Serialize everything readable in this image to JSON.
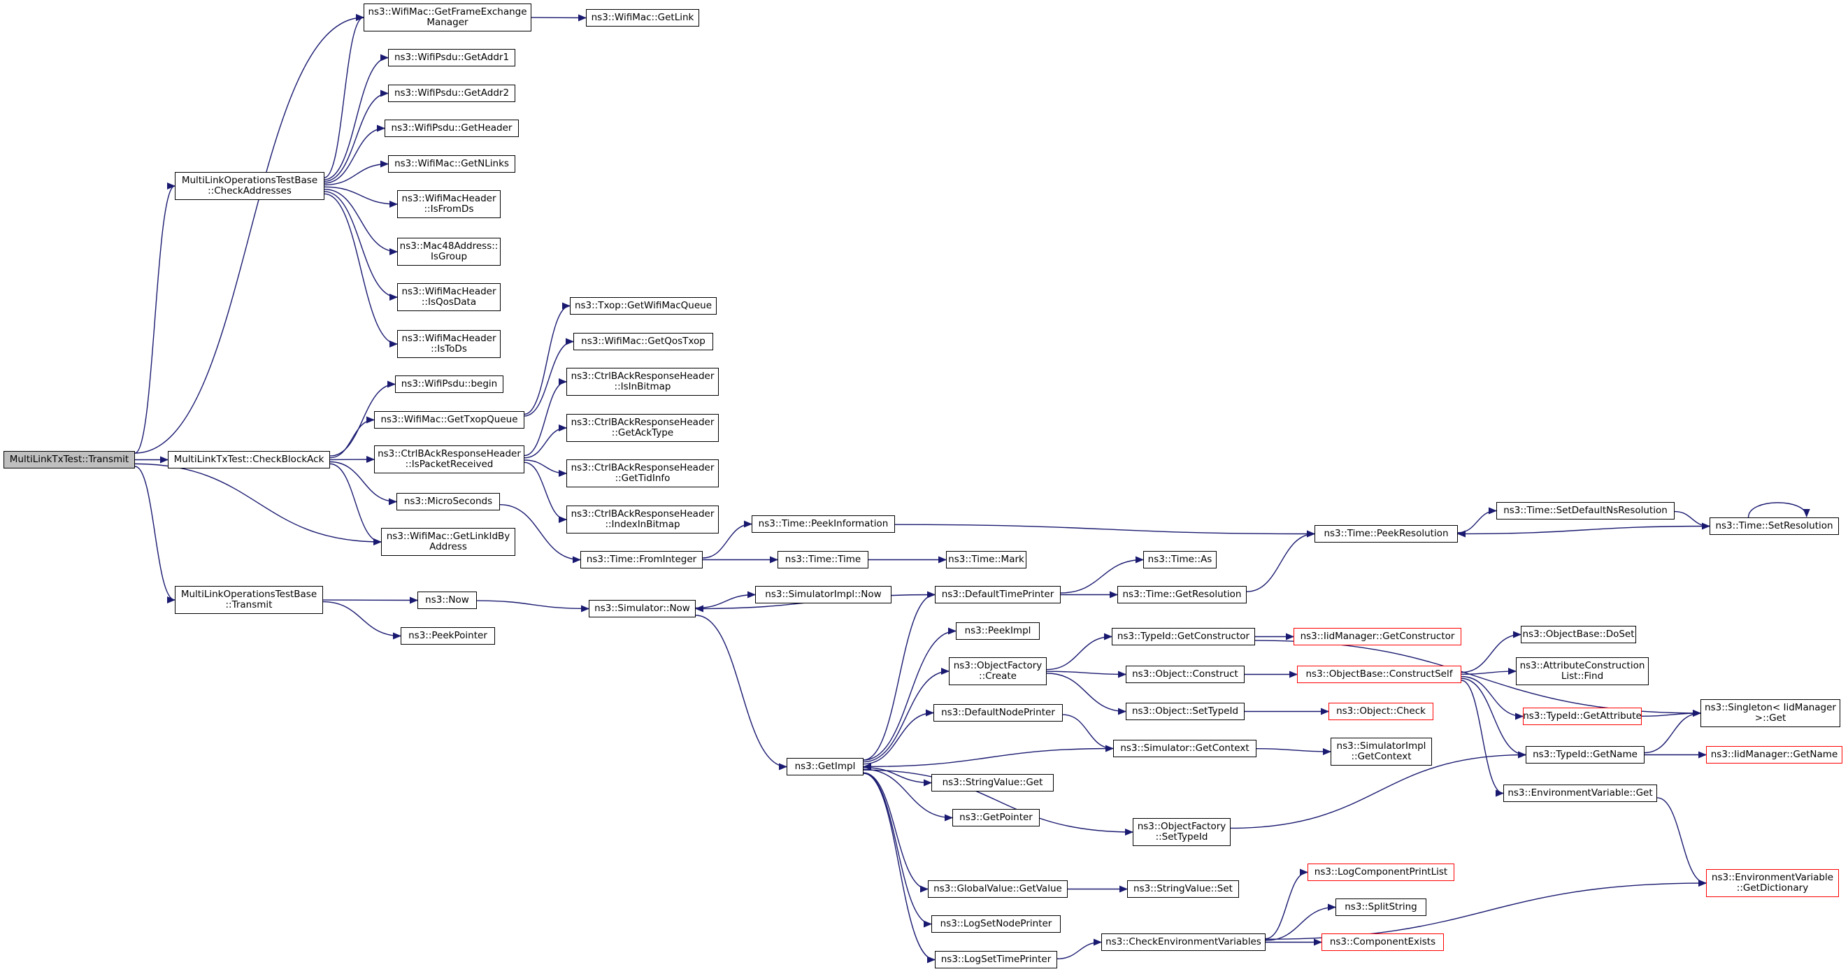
{
  "colors": {
    "edge": "#191970",
    "node_border": "#000000",
    "truncated_border": "#ff0000",
    "root_fill": "#bfbfbf"
  },
  "nodes": [
    {
      "id": "n0",
      "label": "MultiLinkTxTest::Transmit",
      "root": true
    },
    {
      "id": "n1",
      "label": "MultiLinkOperationsTestBase\n::CheckAddresses"
    },
    {
      "id": "n2",
      "label": "MultiLinkTxTest::CheckBlockAck"
    },
    {
      "id": "n3",
      "label": "MultiLinkOperationsTestBase\n::Transmit"
    },
    {
      "id": "n4",
      "label": "ns3::WifiMac::GetFrameExchange\nManager"
    },
    {
      "id": "n5",
      "label": "ns3::WifiMac::GetLink"
    },
    {
      "id": "n6",
      "label": "ns3::WifiPsdu::GetAddr1"
    },
    {
      "id": "n7",
      "label": "ns3::WifiPsdu::GetAddr2"
    },
    {
      "id": "n8",
      "label": "ns3::WifiPsdu::GetHeader"
    },
    {
      "id": "n9",
      "label": "ns3::WifiMac::GetNLinks"
    },
    {
      "id": "n10",
      "label": "ns3::WifiMacHeader\n::IsFromDs"
    },
    {
      "id": "n11",
      "label": "ns3::Mac48Address::\nIsGroup"
    },
    {
      "id": "n12",
      "label": "ns3::WifiMacHeader\n::IsQosData"
    },
    {
      "id": "n13",
      "label": "ns3::WifiMacHeader\n::IsToDs"
    },
    {
      "id": "n14",
      "label": "ns3::WifiPsdu::begin"
    },
    {
      "id": "n15",
      "label": "ns3::WifiMac::GetTxopQueue"
    },
    {
      "id": "n16",
      "label": "ns3::CtrlBAckResponseHeader\n::IsPacketReceived"
    },
    {
      "id": "n17",
      "label": "ns3::MicroSeconds"
    },
    {
      "id": "n18",
      "label": "ns3::WifiMac::GetLinkIdBy\nAddress"
    },
    {
      "id": "n19",
      "label": "ns3::Now"
    },
    {
      "id": "n20",
      "label": "ns3::PeekPointer"
    },
    {
      "id": "n21",
      "label": "ns3::Txop::GetWifiMacQueue"
    },
    {
      "id": "n22",
      "label": "ns3::WifiMac::GetQosTxop"
    },
    {
      "id": "n23",
      "label": "ns3::CtrlBAckResponseHeader\n::IsInBitmap"
    },
    {
      "id": "n24",
      "label": "ns3::CtrlBAckResponseHeader\n::GetAckType"
    },
    {
      "id": "n25",
      "label": "ns3::CtrlBAckResponseHeader\n::GetTidInfo"
    },
    {
      "id": "n26",
      "label": "ns3::CtrlBAckResponseHeader\n::IndexInBitmap"
    },
    {
      "id": "n27",
      "label": "ns3::Time::FromInteger"
    },
    {
      "id": "n28",
      "label": "ns3::Simulator::Now"
    },
    {
      "id": "n29",
      "label": "ns3::Time::PeekInformation"
    },
    {
      "id": "n30",
      "label": "ns3::Time::Time"
    },
    {
      "id": "n31",
      "label": "ns3::Time::Mark"
    },
    {
      "id": "n32",
      "label": "ns3::SimulatorImpl::Now"
    },
    {
      "id": "n33",
      "label": "ns3::GetImpl"
    },
    {
      "id": "n34",
      "label": "ns3::DefaultTimePrinter"
    },
    {
      "id": "n35",
      "label": "ns3::PeekImpl"
    },
    {
      "id": "n36",
      "label": "ns3::ObjectFactory\n::Create"
    },
    {
      "id": "n37",
      "label": "ns3::DefaultNodePrinter"
    },
    {
      "id": "n38",
      "label": "ns3::StringValue::Get"
    },
    {
      "id": "n39",
      "label": "ns3::GetPointer"
    },
    {
      "id": "n40",
      "label": "ns3::GlobalValue::GetValue"
    },
    {
      "id": "n41",
      "label": "ns3::LogSetNodePrinter"
    },
    {
      "id": "n42",
      "label": "ns3::LogSetTimePrinter"
    },
    {
      "id": "n43",
      "label": "ns3::Time::As"
    },
    {
      "id": "n44",
      "label": "ns3::Time::GetResolution"
    },
    {
      "id": "n45",
      "label": "ns3::TypeId::GetConstructor"
    },
    {
      "id": "n46",
      "label": "ns3::Object::Construct"
    },
    {
      "id": "n47",
      "label": "ns3::Object::SetTypeId"
    },
    {
      "id": "n48",
      "label": "ns3::Simulator::GetContext"
    },
    {
      "id": "n49",
      "label": "ns3::ObjectFactory\n::SetTypeId"
    },
    {
      "id": "n50",
      "label": "ns3::StringValue::Set"
    },
    {
      "id": "n51",
      "label": "ns3::CheckEnvironmentVariables"
    },
    {
      "id": "n52",
      "label": "ns3::Time::PeekResolution"
    },
    {
      "id": "n53",
      "label": "ns3::IidManager::GetConstructor",
      "red": true
    },
    {
      "id": "n54",
      "label": "ns3::ObjectBase::ConstructSelf",
      "red": true
    },
    {
      "id": "n55",
      "label": "ns3::Object::Check",
      "red": true
    },
    {
      "id": "n56",
      "label": "ns3::SimulatorImpl\n::GetContext"
    },
    {
      "id": "n57",
      "label": "ns3::LogComponentPrintList",
      "red": true
    },
    {
      "id": "n58",
      "label": "ns3::SplitString"
    },
    {
      "id": "n59",
      "label": "ns3::ComponentExists",
      "red": true
    },
    {
      "id": "n60",
      "label": "ns3::Time::SetDefaultNsResolution"
    },
    {
      "id": "n61",
      "label": "ns3::Time::SetResolution"
    },
    {
      "id": "n62",
      "label": "ns3::ObjectBase::DoSet"
    },
    {
      "id": "n63",
      "label": "ns3::AttributeConstruction\nList::Find"
    },
    {
      "id": "n64",
      "label": "ns3::TypeId::GetAttribute",
      "red": true
    },
    {
      "id": "n65",
      "label": "ns3::TypeId::GetName"
    },
    {
      "id": "n66",
      "label": "ns3::EnvironmentVariable::Get"
    },
    {
      "id": "n67",
      "label": "ns3::Singleton< IidManager\n>::Get"
    },
    {
      "id": "n68",
      "label": "ns3::IidManager::GetName",
      "red": true
    },
    {
      "id": "n69",
      "label": "ns3::EnvironmentVariable\n::GetDictionary",
      "red": true
    }
  ],
  "edges": [
    [
      "n0",
      "n1"
    ],
    [
      "n0",
      "n2"
    ],
    [
      "n0",
      "n3"
    ],
    [
      "n0",
      "n4"
    ],
    [
      "n0",
      "n18"
    ],
    [
      "n1",
      "n4"
    ],
    [
      "n1",
      "n6"
    ],
    [
      "n1",
      "n7"
    ],
    [
      "n1",
      "n8"
    ],
    [
      "n1",
      "n9"
    ],
    [
      "n1",
      "n10"
    ],
    [
      "n1",
      "n11"
    ],
    [
      "n1",
      "n12"
    ],
    [
      "n1",
      "n13"
    ],
    [
      "n4",
      "n5"
    ],
    [
      "n2",
      "n14"
    ],
    [
      "n2",
      "n15"
    ],
    [
      "n2",
      "n16"
    ],
    [
      "n2",
      "n17"
    ],
    [
      "n2",
      "n18"
    ],
    [
      "n3",
      "n19"
    ],
    [
      "n3",
      "n20"
    ],
    [
      "n15",
      "n21"
    ],
    [
      "n15",
      "n22"
    ],
    [
      "n16",
      "n23"
    ],
    [
      "n16",
      "n24"
    ],
    [
      "n16",
      "n25"
    ],
    [
      "n16",
      "n26"
    ],
    [
      "n17",
      "n27"
    ],
    [
      "n19",
      "n28"
    ],
    [
      "n27",
      "n29"
    ],
    [
      "n27",
      "n30"
    ],
    [
      "n29",
      "n52"
    ],
    [
      "n30",
      "n31"
    ],
    [
      "n28",
      "n32"
    ],
    [
      "n28",
      "n33"
    ],
    [
      "n34",
      "n28"
    ],
    [
      "n33",
      "n34"
    ],
    [
      "n33",
      "n35"
    ],
    [
      "n33",
      "n36"
    ],
    [
      "n33",
      "n37"
    ],
    [
      "n33",
      "n38"
    ],
    [
      "n33",
      "n39"
    ],
    [
      "n33",
      "n49"
    ],
    [
      "n33",
      "n40"
    ],
    [
      "n33",
      "n41"
    ],
    [
      "n33",
      "n42"
    ],
    [
      "n34",
      "n43"
    ],
    [
      "n34",
      "n44"
    ],
    [
      "n44",
      "n52"
    ],
    [
      "n36",
      "n45"
    ],
    [
      "n36",
      "n46"
    ],
    [
      "n36",
      "n47"
    ],
    [
      "n45",
      "n53"
    ],
    [
      "n45",
      "n67"
    ],
    [
      "n46",
      "n54"
    ],
    [
      "n47",
      "n55"
    ],
    [
      "n37",
      "n48"
    ],
    [
      "n48",
      "n33"
    ],
    [
      "n48",
      "n56"
    ],
    [
      "n49",
      "n65"
    ],
    [
      "n40",
      "n50"
    ],
    [
      "n42",
      "n51"
    ],
    [
      "n51",
      "n57"
    ],
    [
      "n51",
      "n58"
    ],
    [
      "n51",
      "n59"
    ],
    [
      "n51",
      "n69"
    ],
    [
      "n52",
      "n60"
    ],
    [
      "n60",
      "n61"
    ],
    [
      "n61",
      "n52"
    ],
    [
      "n61",
      "n61"
    ],
    [
      "n54",
      "n62"
    ],
    [
      "n54",
      "n63"
    ],
    [
      "n54",
      "n64"
    ],
    [
      "n54",
      "n65"
    ],
    [
      "n54",
      "n66"
    ],
    [
      "n64",
      "n67"
    ],
    [
      "n65",
      "n67"
    ],
    [
      "n65",
      "n68"
    ],
    [
      "n66",
      "n69"
    ]
  ]
}
